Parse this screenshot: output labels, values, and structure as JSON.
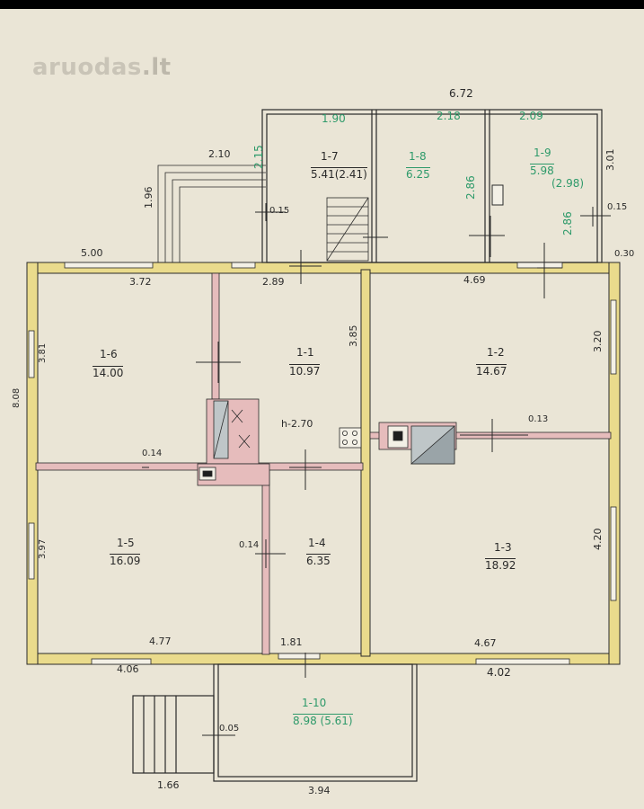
{
  "watermark": {
    "brand": "aruodas",
    "tld": ".lt"
  },
  "rooms": [
    {
      "id": "1-1",
      "area": "10.97"
    },
    {
      "id": "1-2",
      "area": "14.67"
    },
    {
      "id": "1-3",
      "area": "18.92"
    },
    {
      "id": "1-4",
      "area": "6.35"
    },
    {
      "id": "1-5",
      "area": "16.09"
    },
    {
      "id": "1-6",
      "area": "14.00"
    },
    {
      "id": "1-7",
      "area": "5.41(2.41)"
    },
    {
      "id": "1-8",
      "area": "6.25"
    },
    {
      "id": "1-9",
      "area": "5.98",
      "extra": "(2.98)"
    },
    {
      "id": "1-10",
      "area": "8.98 (5.61)"
    }
  ],
  "dimensions": {
    "top_total": "6.72",
    "d_190": "1.90",
    "d_218": "2.18",
    "d_209": "2.09",
    "d_210": "2.10",
    "d_196": "1.96",
    "d_215_1": "2.15",
    "d_286_a": "2.86",
    "d_286_b": "2.86",
    "d_301": "3.01",
    "d_015_a": "0.15",
    "d_015_b": "0.15",
    "d_030": "0.30",
    "d_500": "5.00",
    "d_372": "3.72",
    "d_289": "2.89",
    "d_469": "4.69",
    "d_385": "3.85",
    "d_320": "3.20",
    "d_381": "3.81",
    "d_808": "8.08",
    "d_h270": "h-2.70",
    "d_013": "0.13",
    "d_014_a": "0.14",
    "d_014_b": "0.14",
    "d_397": "3.97",
    "d_420": "4.20",
    "d_477": "4.77",
    "d_181": "1.81",
    "d_467": "4.67",
    "d_406": "4.06",
    "d_402": "4.02",
    "d_005": "0.05",
    "d_166": "1.66",
    "d_394": "3.94"
  },
  "colors": {
    "paper": "#eae5d6",
    "wall": "#eadb8c",
    "partition": "#e6bcbc",
    "line": "#2a2a2a",
    "green_text": "#2e9a6a"
  }
}
